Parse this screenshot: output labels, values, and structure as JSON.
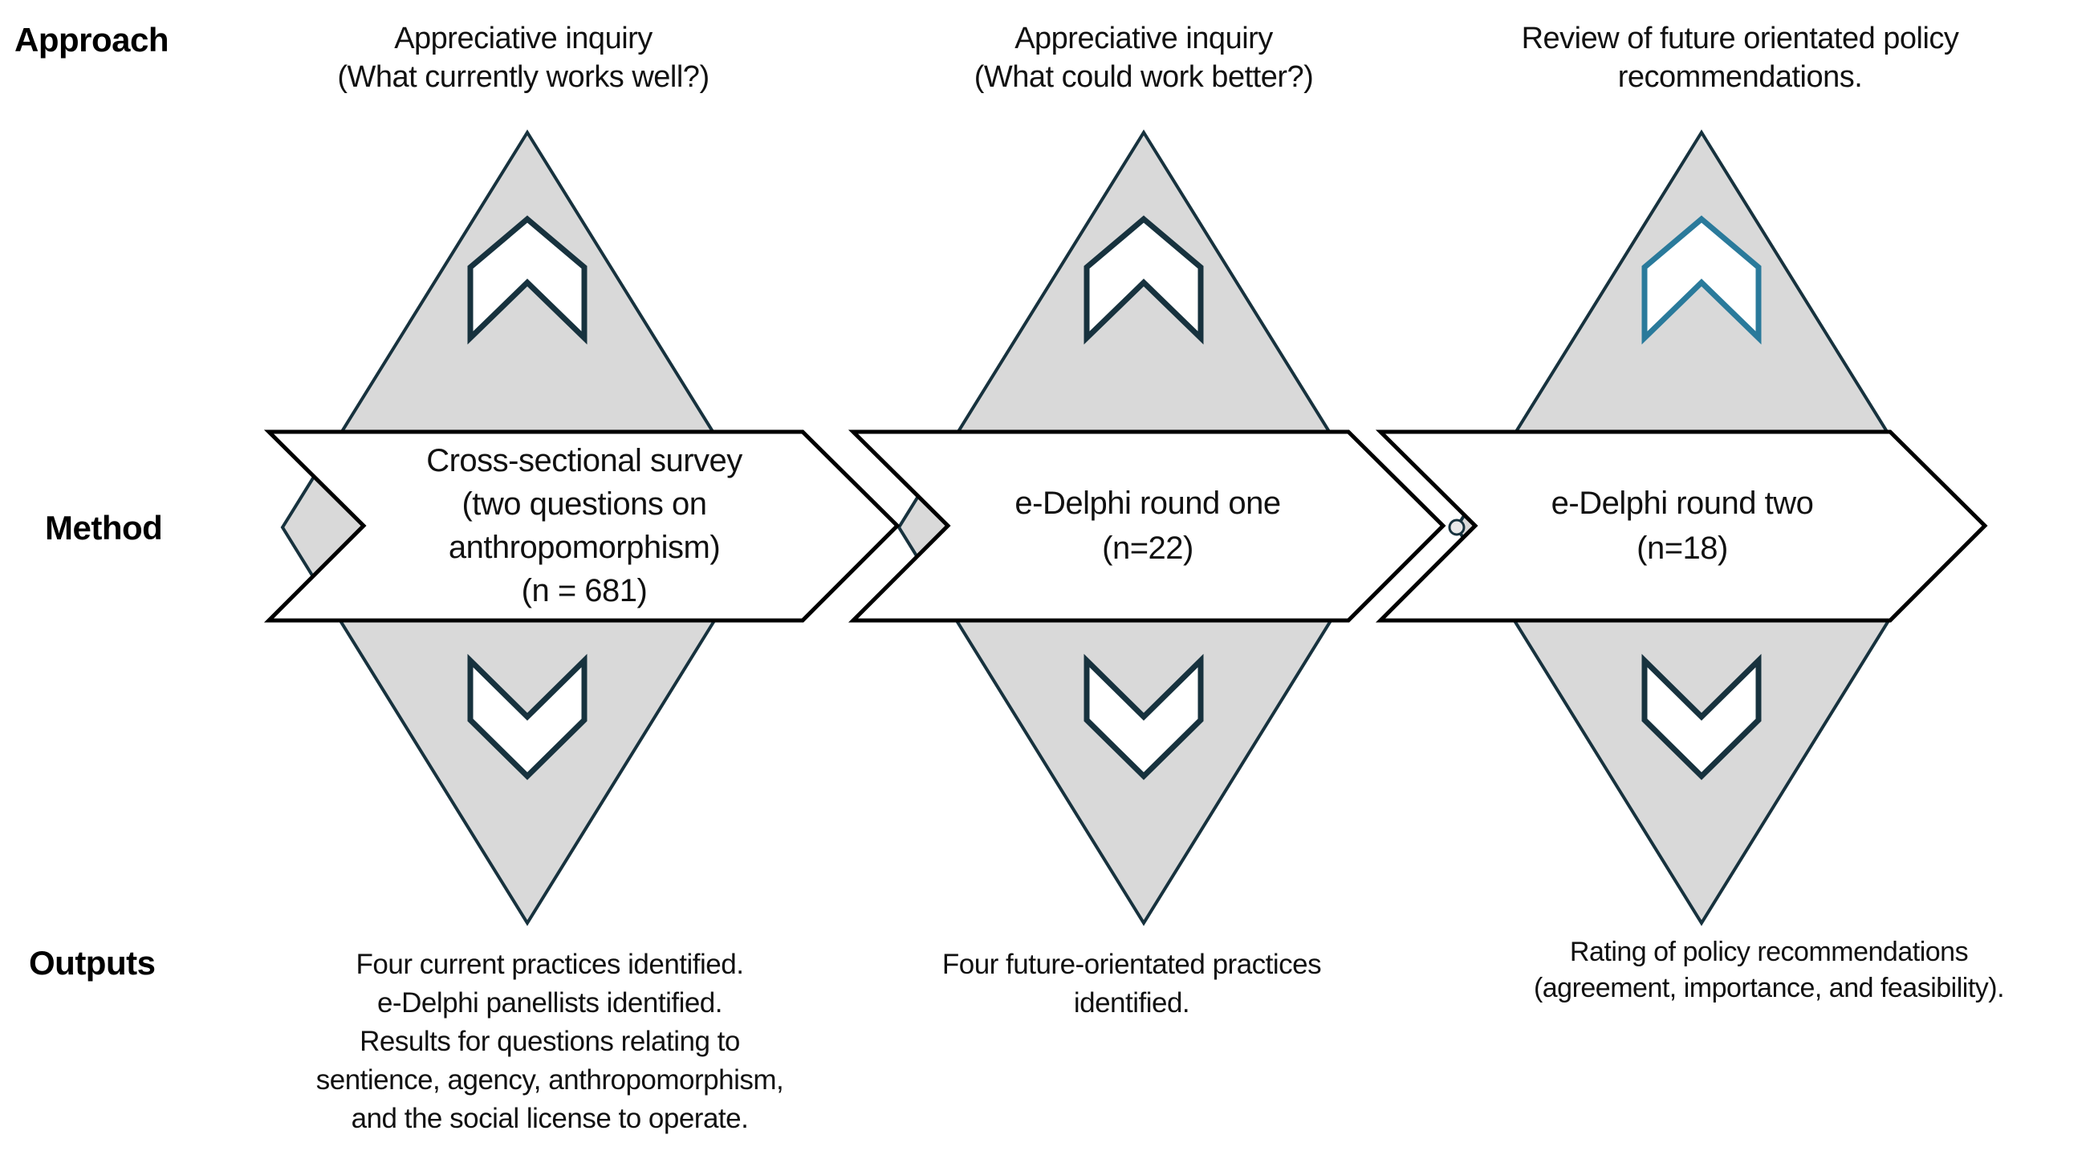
{
  "figure": {
    "row_labels": {
      "approach": "Approach",
      "method": "Method",
      "outputs": "Outputs"
    },
    "columns": [
      {
        "approach": "Appreciative inquiry\n(What currently works well?)",
        "method": "Cross-sectional survey\n(two questions on\nanthropomorphism)\n(n = 681)",
        "outputs": "Four current practices identified.\ne-Delphi panellists identified.\nResults for questions relating to\nsentience, agency, anthropomorphism,\nand the social license to operate."
      },
      {
        "approach": "Appreciative inquiry\n(What could work better?)",
        "method": "e-Delphi round one\n(n=22)",
        "outputs": "Four future-orientated practices\nidentified."
      },
      {
        "approach": "Review of future orientated policy\nrecommendations.",
        "method": "e-Delphi round two\n(n=18)",
        "outputs": "Rating of policy recommendations\n(agreement, importance, and feasibility)."
      }
    ],
    "colors": {
      "diamond_fill": "#d9d9d9",
      "diamond_outline": "#17323e",
      "chevron_outline": "#17323e",
      "chevron_outline_accent": "#2a7a9b",
      "banner_fill": "#ffffff",
      "banner_outline": "#000000",
      "background": "#ffffff",
      "text": "#111111"
    }
  }
}
